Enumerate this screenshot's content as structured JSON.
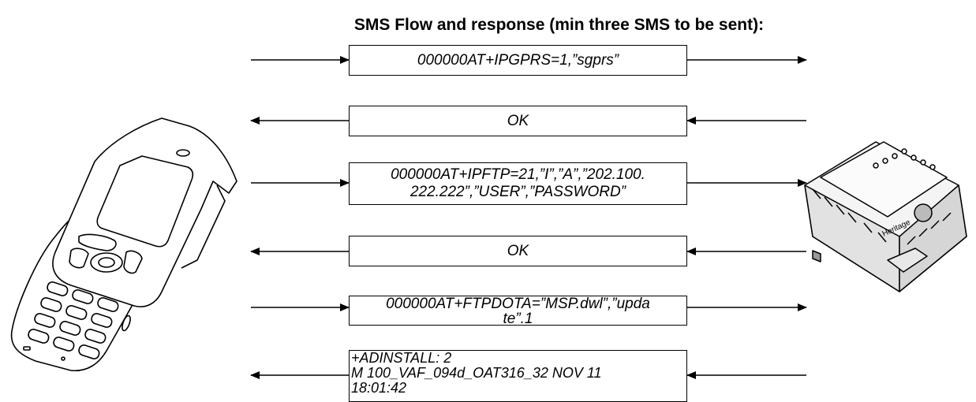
{
  "title": "SMS Flow and response (min three SMS to be sent):",
  "messages": [
    {
      "text": "000000AT+IPGPRS=1,”sgprs”",
      "direction": "phone-to-device"
    },
    {
      "text": "OK",
      "direction": "device-to-phone"
    },
    {
      "text": "000000AT+IPFTP=21,”I”,”A”,”202.100.\n222.222”,”USER”,”PASSWORD”",
      "direction": "phone-to-device"
    },
    {
      "text": "OK",
      "direction": "device-to-phone"
    },
    {
      "text": "000000AT+FTPDOTA=”MSP.dwl”,”upda\nte”.1",
      "direction": "phone-to-device"
    },
    {
      "text": "+ADINSTALL: 2\nM 100_VAF_094d_OAT316_32 NOV 11\n18:01:42",
      "direction": "device-to-phone"
    }
  ],
  "device_label": "Heritage"
}
